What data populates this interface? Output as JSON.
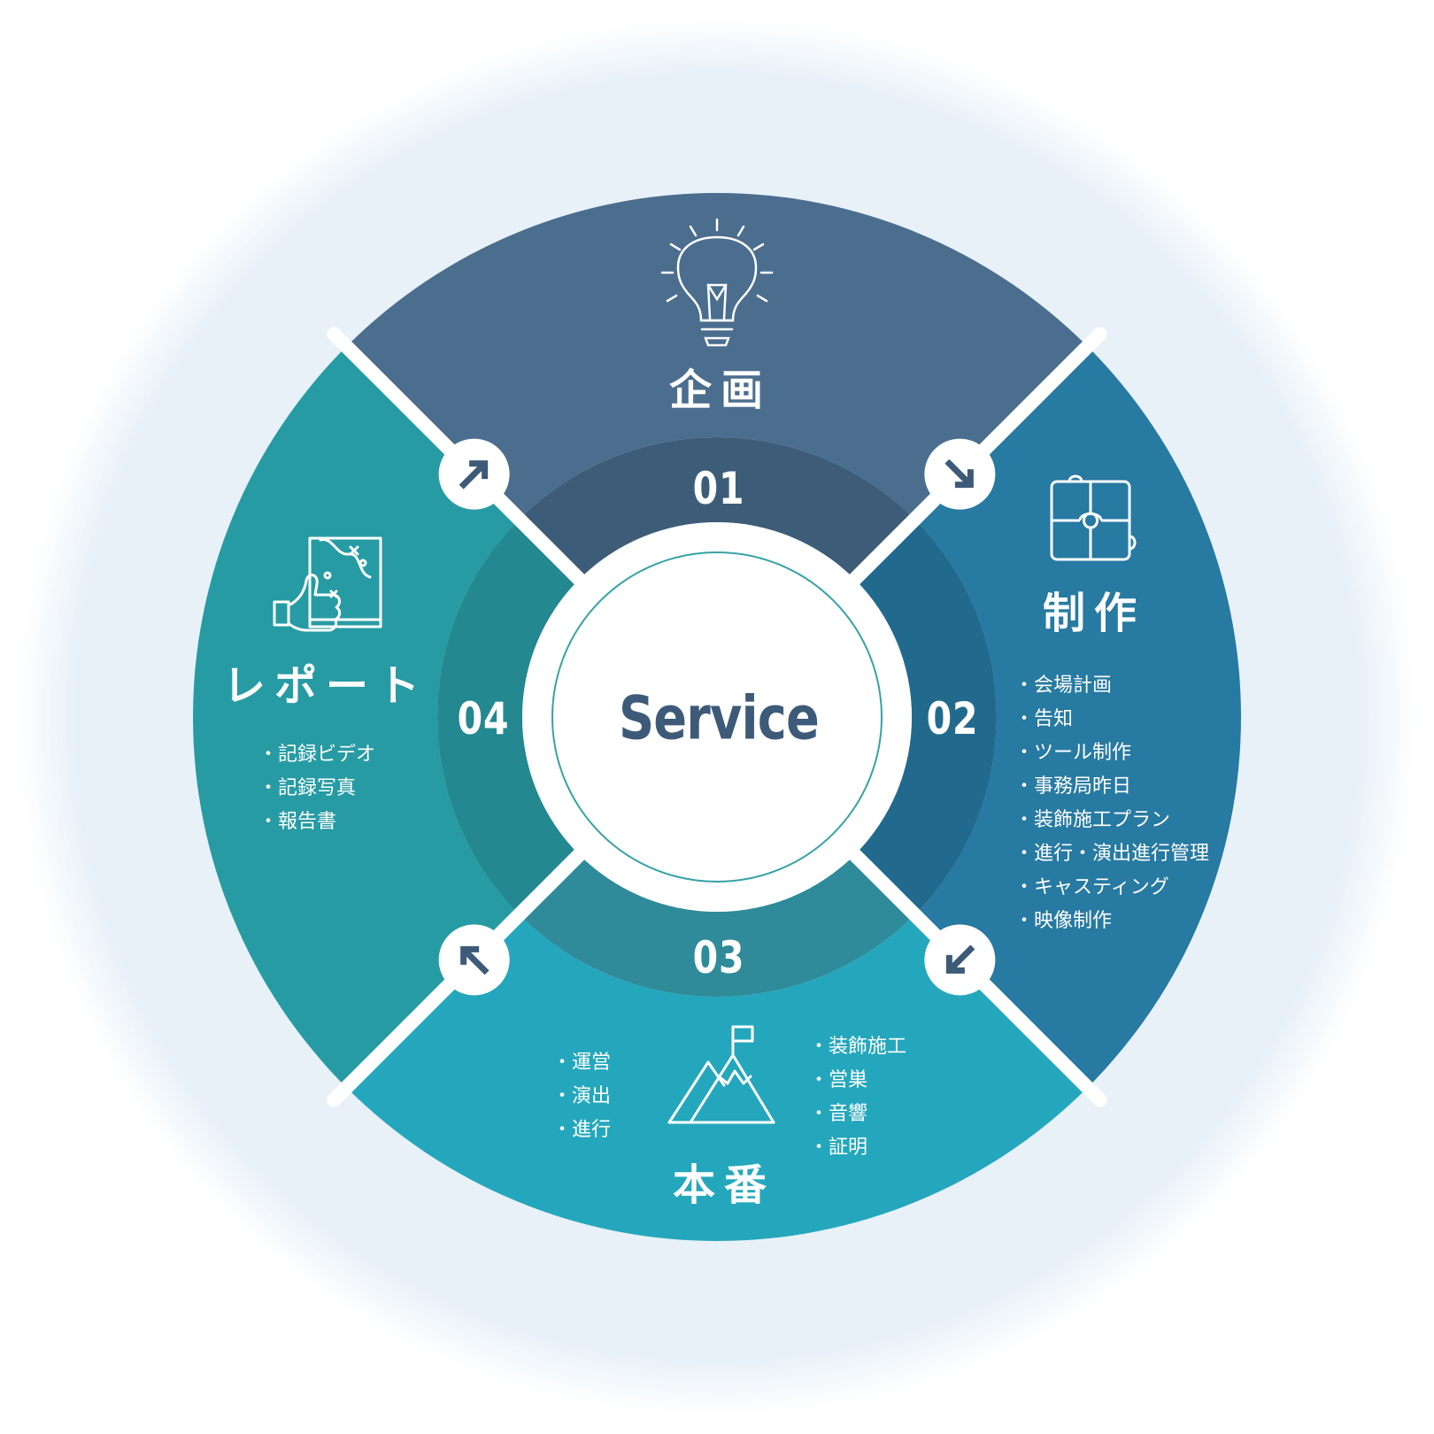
{
  "center": {
    "label": "Service"
  },
  "colors": {
    "halo": "#eaf2f9",
    "phase1": "#4b6e8f",
    "phase1_inner": "#3d5c78",
    "phase2": "#277aa1",
    "phase2_inner": "#216a8e",
    "phase3": "#24a7bc",
    "phase3_inner": "#2f8b99",
    "phase4": "#279ba3",
    "phase4_inner": "#248890",
    "center_ring": "#36a2a4",
    "arrow_fill": "#3d5a78"
  },
  "phases": [
    {
      "number": "01",
      "title": "企画",
      "icon": "lightbulb-icon",
      "items": []
    },
    {
      "number": "02",
      "title": "制作",
      "icon": "puzzle-icon",
      "items": [
        "会場計画",
        "告知",
        "ツール制作",
        "事務局昨日",
        "装飾施工プラン",
        "進行・演出進行管理",
        "キャスティング",
        "映像制作"
      ]
    },
    {
      "number": "03",
      "title": "本番",
      "icon": "mountain-flag-icon",
      "items_left": [
        "運営",
        "演出",
        "進行"
      ],
      "items_right": [
        "装飾施工",
        "営巣",
        "音響",
        "証明"
      ]
    },
    {
      "number": "04",
      "title": "レポート",
      "icon": "thumbs-up-strategy-board-icon",
      "items": [
        "記録ビデオ",
        "記録写真",
        "報告書"
      ]
    }
  ],
  "arrows": [
    {
      "name": "arrow-01-to-02",
      "direction": "down-right"
    },
    {
      "name": "arrow-02-to-03",
      "direction": "down-left"
    },
    {
      "name": "arrow-03-to-04",
      "direction": "up-left"
    },
    {
      "name": "arrow-04-to-01",
      "direction": "up-right"
    }
  ]
}
